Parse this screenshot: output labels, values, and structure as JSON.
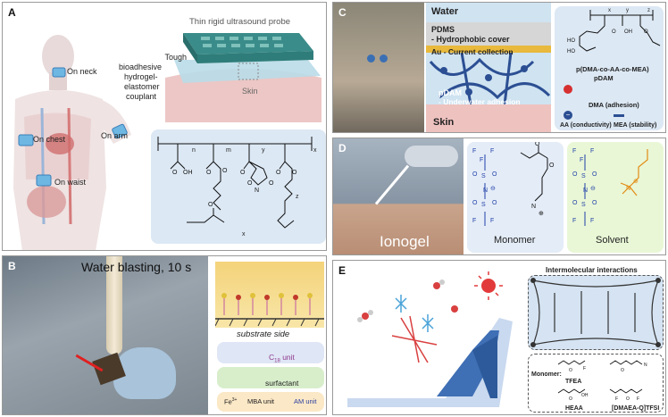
{
  "panels": {
    "A": {
      "label": "A",
      "probe_title": "Thin rigid ultrasound probe",
      "couplant_lines": [
        "Tough",
        "bioadhesive",
        "hydrogel-",
        "elastomer",
        "couplant"
      ],
      "skin": "Skin",
      "sites": [
        "On neck",
        "On chest",
        "On arm",
        "On waist"
      ],
      "chem_subscripts": [
        "n",
        "m",
        "y",
        "x",
        "z",
        "x"
      ]
    },
    "B": {
      "label": "B",
      "photo_caption": "Water blasting, 10 s",
      "substrate": "substrate side",
      "c18_unit": "C",
      "c18_sub": "18",
      "c18_suffix": " unit",
      "surfactant": "surfactant",
      "legend_fe": "Fe",
      "legend_fe_sup": "3+",
      "legend_mba": "MBA unit",
      "legend_am": "AM unit"
    },
    "C": {
      "label": "C",
      "water": "Water",
      "layers": [
        "PDMS",
        "- Hydrophobic cover",
        "Au - Current collection",
        "pDAM",
        "- Underwater adhesion"
      ],
      "skin": "Skin",
      "polymer_name": "p(DMA-co-AA-co-MEA)",
      "polymer_abbr": "pDAM",
      "dma": "DMA (adhesion)",
      "aa": "AA (conductivity)",
      "mea": "MEA (stability)",
      "subscripts": [
        "x",
        "y",
        "z"
      ]
    },
    "D": {
      "label": "D",
      "ionogel": "Ionogel",
      "monomer": "Monomer",
      "solvent": "Solvent"
    },
    "E": {
      "label": "E",
      "interactions": "Intermolecular interactions",
      "monomer_label": "Monomer:",
      "molecules": [
        "TFEA",
        "HEAA",
        "[DMAEA-Q]TFSI"
      ]
    }
  }
}
